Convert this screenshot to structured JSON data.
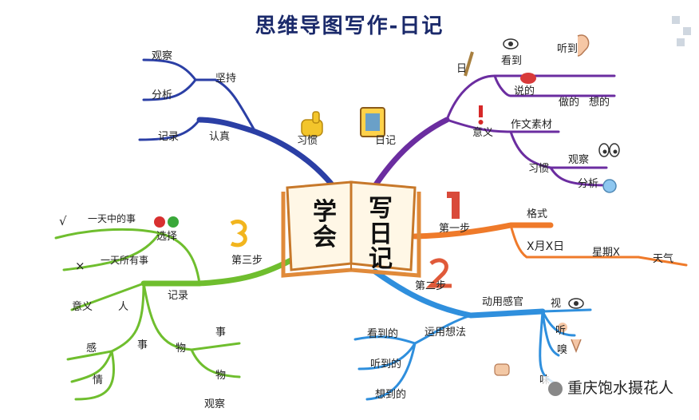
{
  "title": "思维导图写作-日记",
  "center": {
    "left": "学会",
    "right": "写日记"
  },
  "branches": {
    "habit": {
      "label": "习惯",
      "children": [
        "坚持",
        "认真"
      ],
      "leaves": [
        "观察",
        "分析",
        "记录"
      ]
    },
    "diary": {
      "label": "日记",
      "sub": [
        "日",
        "看到",
        "听到",
        "说的",
        "做的",
        "想的",
        "意义",
        "作文素材",
        "习惯",
        "观察",
        "分析"
      ]
    },
    "step1": {
      "label": "第一步",
      "children": [
        "格式"
      ],
      "sub": [
        "X月X日",
        "星期X",
        "天气"
      ]
    },
    "step2": {
      "label": "第二步",
      "children": [
        "动用感官",
        "运用想法"
      ],
      "sub": [
        "视",
        "听",
        "嗅",
        "味",
        "看到的",
        "听到的",
        "想到的"
      ]
    },
    "step3": {
      "label": "第三步",
      "children": [
        "选择",
        "记录"
      ],
      "sub": [
        "一天中的事",
        "一天所有事",
        "意义",
        "人",
        "事",
        "物",
        "感",
        "情",
        "事",
        "物",
        "观察"
      ]
    }
  },
  "marks": {
    "check": "√",
    "cross": "×"
  },
  "watermark": "重庆饱水摄花人",
  "colors": {
    "title": "#1b2a6b",
    "habit": "#2b3fa5",
    "diary": "#6b2da0",
    "step1": "#ef7a2a",
    "step2": "#2f8fdd",
    "step3": "#6fbe2e"
  }
}
